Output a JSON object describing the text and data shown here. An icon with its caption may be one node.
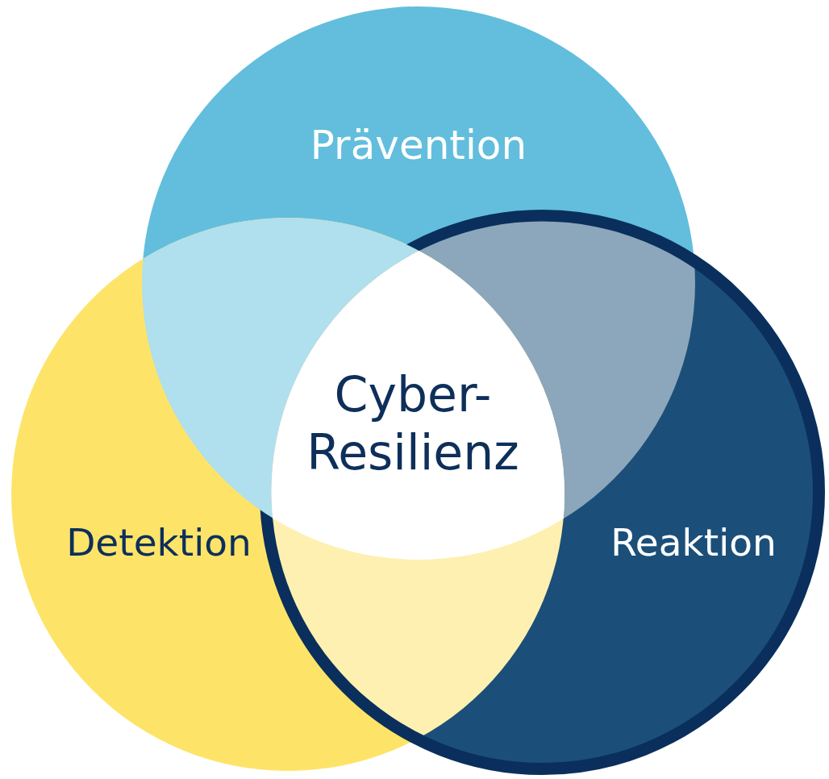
{
  "diagram": {
    "nodes": [
      {
        "text": [
          "Prävention"
        ]
      },
      {
        "text": [
          "Detektion"
        ]
      },
      {
        "text": [
          "Reaktion"
        ]
      },
      {
        "text": [
          "Cyber-Resilienz"
        ]
      }
    ]
  }
}
